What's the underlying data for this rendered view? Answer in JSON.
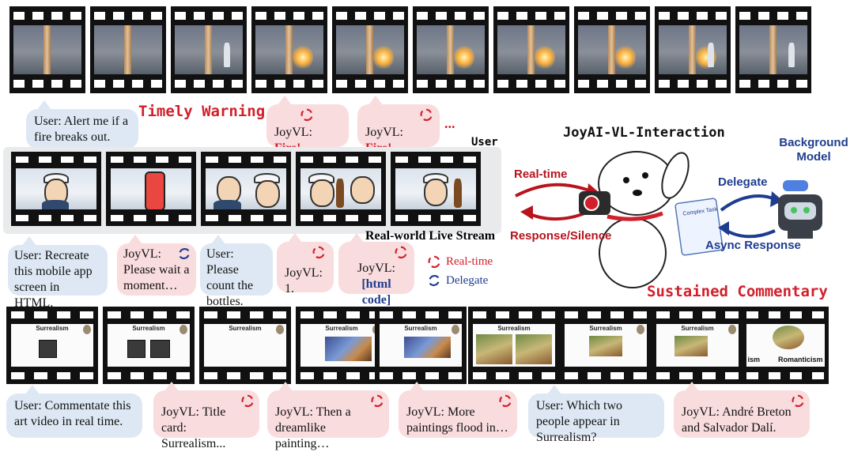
{
  "top_section": {
    "title": "Timely Warning",
    "frame_count": 10,
    "bubbles": [
      {
        "type": "user",
        "text": "User: Alert me if a fire breaks out."
      },
      {
        "type": "vl",
        "prefix": "JoyVL: ",
        "emph": "Fire!"
      },
      {
        "type": "vl",
        "prefix": "JoyVL: ",
        "emph": "Fire!"
      }
    ],
    "ellipsis": "..."
  },
  "middle_section": {
    "stream_label": "Real-world Live Stream",
    "user_label": "User",
    "bubbles": [
      {
        "type": "user",
        "text": "User: Recreate this mobile app screen in HTML."
      },
      {
        "type": "vl",
        "text": "JoyVL: Please wait a moment…"
      },
      {
        "type": "user",
        "text": "User: Please count the bottles."
      },
      {
        "type": "vl",
        "text": "JoyVL: 1."
      },
      {
        "type": "vl",
        "prefix": "JoyVL:",
        "emph": "[html code]"
      }
    ],
    "legend": {
      "realtime": "Real-time",
      "delegate": "Delegate"
    }
  },
  "diagram": {
    "title": "JoyAI-VL-Interaction",
    "realtime": "Real-time",
    "response": "Response/Silence",
    "delegate": "Delegate",
    "async": "Async Response",
    "background_model": "Background Model",
    "complex_task": "Complex Task"
  },
  "bottom_section": {
    "title": "Sustained Commentary",
    "slide_title": "Surrealism",
    "last_frame_words": [
      "ism",
      "Romanticism"
    ],
    "bubbles": [
      {
        "type": "user",
        "text": "User: Commentate this art video in real time."
      },
      {
        "type": "vl",
        "text": "JoyVL: Title card: Surrealism..."
      },
      {
        "type": "vl",
        "text": "JoyVL: Then a dreamlike painting…"
      },
      {
        "type": "vl",
        "text": "JoyVL: More paintings flood in…"
      },
      {
        "type": "user",
        "text": "User: Which two people appear in Surrealism?"
      },
      {
        "type": "vl",
        "text": "JoyVL: André Breton and Salvador Dalí."
      }
    ]
  },
  "colors": {
    "accent_red": "#d21f2a",
    "accent_blue": "#1f3d8f",
    "user_bubble": "#dde8f4",
    "vl_bubble": "#f9dcde"
  }
}
